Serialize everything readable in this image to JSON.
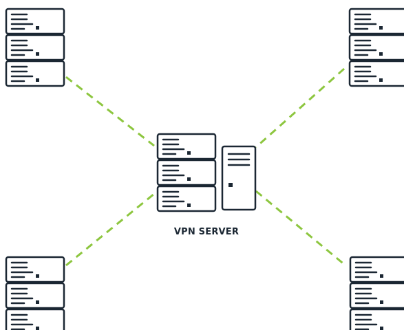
{
  "diagram": {
    "center_label": "VPN SERVER",
    "colors": {
      "stroke": "#1b2733",
      "connection": "#8dc63f",
      "background": "#ffffff"
    },
    "nodes": [
      {
        "id": "server-rack-top-left",
        "icon": "server-rack-icon",
        "role": "remote-server"
      },
      {
        "id": "server-rack-top-right",
        "icon": "server-rack-icon",
        "role": "remote-server"
      },
      {
        "id": "server-rack-bottom-left",
        "icon": "server-rack-icon",
        "role": "remote-server"
      },
      {
        "id": "server-rack-bottom-right",
        "icon": "server-rack-icon",
        "role": "remote-server"
      },
      {
        "id": "vpn-server-rack",
        "icon": "server-rack-icon",
        "role": "vpn-server"
      },
      {
        "id": "vpn-server-tower",
        "icon": "server-tower-icon",
        "role": "vpn-server"
      }
    ],
    "connections": [
      {
        "from": "server-rack-top-left",
        "to": "vpn-server-rack",
        "style": "dashed"
      },
      {
        "from": "server-rack-top-right",
        "to": "vpn-server-tower",
        "style": "dashed"
      },
      {
        "from": "server-rack-bottom-left",
        "to": "vpn-server-rack",
        "style": "dashed"
      },
      {
        "from": "server-rack-bottom-right",
        "to": "vpn-server-tower",
        "style": "dashed"
      }
    ]
  }
}
